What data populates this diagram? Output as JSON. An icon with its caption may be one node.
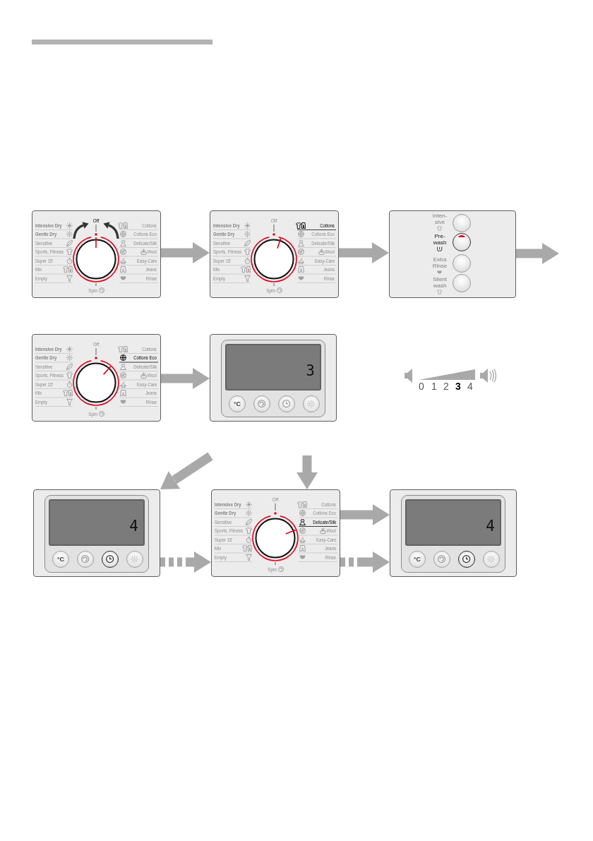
{
  "diagram": {
    "nodes": [
      {
        "text": [
          "Off",
          "Intensive Dry",
          "Gentle Dry",
          "Sensitive",
          "Sports, Fitness",
          "Super 15'",
          "Mix",
          "Empty",
          "Cottons",
          "Cottons Eco",
          "Delicate/Silk",
          "Wool",
          "Easy-Care",
          "Jeans",
          "Rinse",
          "Spin"
        ]
      },
      {
        "text": [
          "Off",
          "Intensive Dry",
          "Gentle Dry",
          "Sensitive",
          "Sports, Fitness",
          "Super 15'",
          "Mix",
          "Empty",
          "Cottons",
          "Cottons Eco",
          "Delicate/Silk",
          "Wool",
          "Easy-Care",
          "Jeans",
          "Rinse",
          "Spin"
        ]
      },
      {
        "text": [
          "Inten-sive",
          "Pre-wash",
          "Extra Rinse",
          "Silent wash"
        ]
      },
      {
        "text": [
          "Off",
          "Intensive Dry",
          "Gentle Dry",
          "Sensitive",
          "Sports, Fitness",
          "Super 15'",
          "Mix",
          "Empty",
          "Cottons",
          "Cottons Eco",
          "Delicate/Silk",
          "Wool",
          "Easy-Care",
          "Jeans",
          "Rinse",
          "Spin"
        ]
      },
      {
        "text": [
          "3",
          "°C"
        ]
      },
      {
        "text": [
          "4",
          "°C"
        ]
      },
      {
        "text": [
          "Off",
          "Intensive Dry",
          "Gentle Dry",
          "Sensitive",
          "Sports, Fitness",
          "Super 15'",
          "Mix",
          "Empty",
          "Cottons",
          "Cottons Eco",
          "Delicate/Silk",
          "Wool",
          "Easy-Care",
          "Jeans",
          "Rinse",
          "Spin"
        ]
      },
      {
        "text": [
          "4",
          "°C"
        ]
      }
    ],
    "edges": [
      {
        "from": 0,
        "to": 1,
        "arrow": "to"
      },
      {
        "from": 1,
        "to": 2,
        "arrow": "to"
      },
      {
        "from": 2,
        "to": null,
        "arrow": "to"
      },
      {
        "from": 3,
        "to": 4,
        "arrow": "to"
      },
      {
        "from": null,
        "to": 5,
        "arrow": "to"
      },
      {
        "from": null,
        "to": 6,
        "arrow": "to"
      },
      {
        "from": 5,
        "to": 6,
        "arrow": "to",
        "style": "dashed"
      },
      {
        "from": 6,
        "to": 7,
        "arrow": "to"
      },
      {
        "from": 6,
        "to": 7,
        "arrow": "to",
        "style": "dashed"
      }
    ],
    "labels": [
      "0",
      "1",
      "2",
      "3",
      "4"
    ]
  }
}
